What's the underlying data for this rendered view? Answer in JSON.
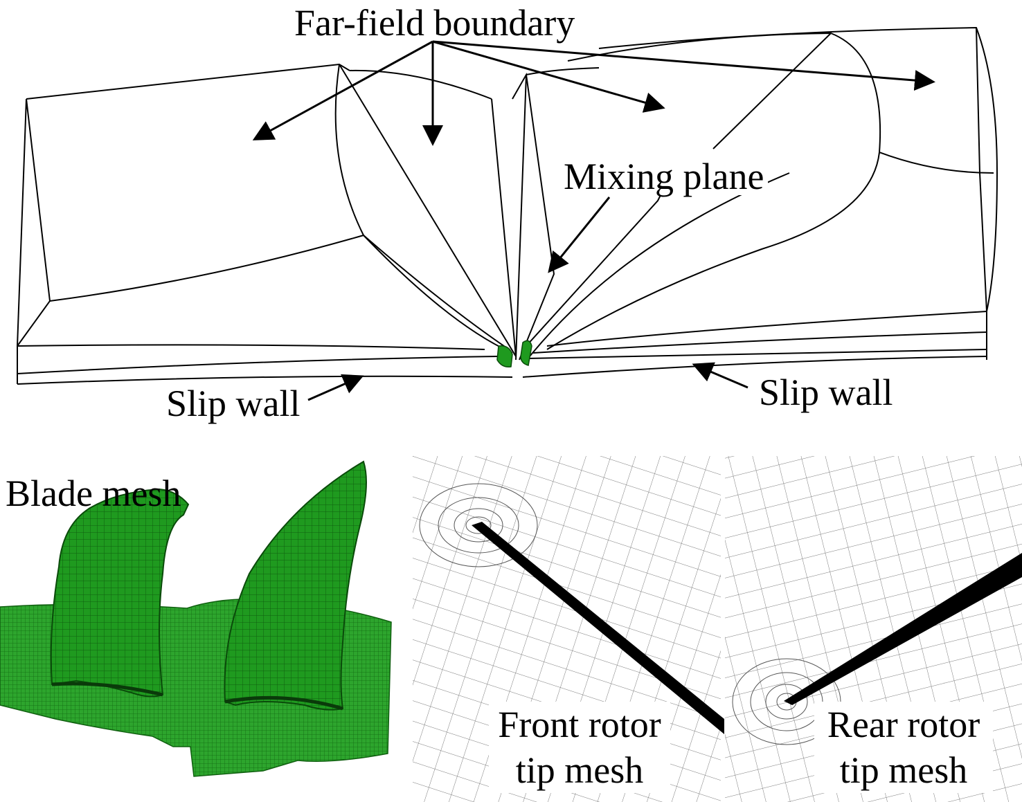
{
  "labels": {
    "far_field": "Far-field boundary",
    "mixing_plane": "Mixing plane",
    "slip_wall_left": "Slip wall",
    "slip_wall_right": "Slip wall",
    "blade_mesh": "Blade mesh",
    "front_rotor_line1": "Front rotor",
    "front_rotor_line2": "tip mesh",
    "rear_rotor_line1": "Rear rotor",
    "rear_rotor_line2": "tip mesh"
  },
  "colors": {
    "blade_green": "#1f9a1f",
    "blade_dark": "#0f5f0f",
    "line": "#000000",
    "mesh_line": "#6a6a6a"
  }
}
